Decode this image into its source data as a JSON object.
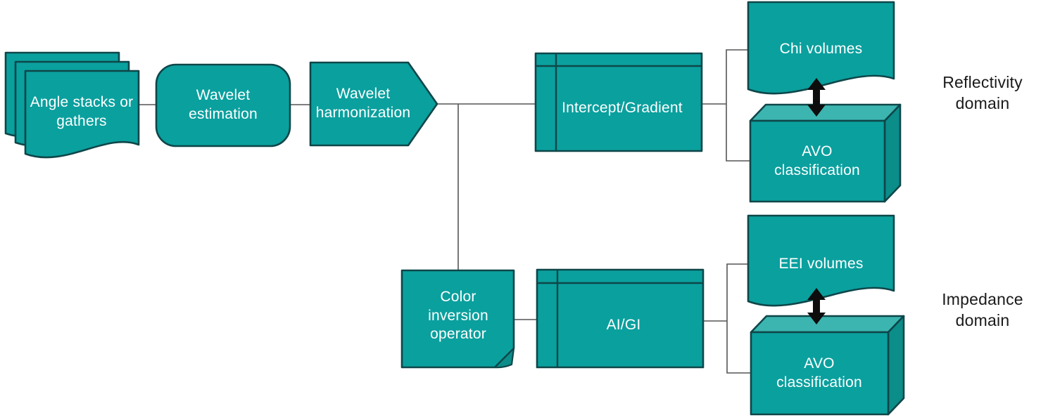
{
  "diagram": {
    "type": "flowchart",
    "colors": {
      "shape_fill": "#0aa09e",
      "shape_border": "#0e4649",
      "cube_top": "#3cb5b0",
      "cube_side": "#0b8d89",
      "connector": "#555555",
      "arrow": "#0d0d0d",
      "text_on_shape": "#ffffff",
      "annotation_text": "#1a1a1a",
      "background": "#ffffff"
    },
    "nodes": {
      "angle_stacks": {
        "label": "Angle stacks or gathers",
        "shape": "stacked-documents"
      },
      "wavelet_estimation": {
        "label": "Wavelet estimation",
        "shape": "rounded-rectangle"
      },
      "wavelet_harmonization": {
        "label": "Wavelet harmonization",
        "shape": "arrow-pentagon"
      },
      "intercept_gradient": {
        "label": "Intercept/Gradient",
        "shape": "internal-storage"
      },
      "chi_volumes": {
        "label": "Chi volumes",
        "shape": "document"
      },
      "avo_classification_reflectivity": {
        "label": "AVO classification",
        "shape": "cube"
      },
      "color_inversion_operator": {
        "label": "Color inversion operator",
        "shape": "folded-corner-card"
      },
      "ai_gi": {
        "label": "AI/GI",
        "shape": "internal-storage"
      },
      "eei_volumes": {
        "label": "EEI volumes",
        "shape": "document"
      },
      "avo_classification_impedance": {
        "label": "AVO classification",
        "shape": "cube"
      }
    },
    "annotations": {
      "reflectivity_domain": {
        "label": "Reflectivity domain"
      },
      "impedance_domain": {
        "label": "Impedance domain"
      }
    },
    "edges": [
      {
        "from": "angle_stacks",
        "to": "wavelet_estimation"
      },
      {
        "from": "wavelet_estimation",
        "to": "wavelet_harmonization"
      },
      {
        "from": "wavelet_harmonization",
        "to": "intercept_gradient"
      },
      {
        "from": "wavelet_harmonization",
        "to": "color_inversion_operator"
      },
      {
        "from": "intercept_gradient",
        "to": "chi_volumes"
      },
      {
        "from": "intercept_gradient",
        "to": "avo_classification_reflectivity"
      },
      {
        "from": "chi_volumes",
        "to": "avo_classification_reflectivity",
        "style": "double-arrow"
      },
      {
        "from": "color_inversion_operator",
        "to": "ai_gi"
      },
      {
        "from": "ai_gi",
        "to": "eei_volumes"
      },
      {
        "from": "ai_gi",
        "to": "avo_classification_impedance"
      },
      {
        "from": "eei_volumes",
        "to": "avo_classification_impedance",
        "style": "double-arrow"
      }
    ]
  }
}
